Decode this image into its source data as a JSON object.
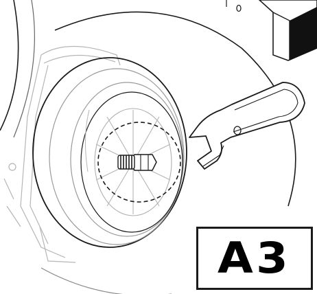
{
  "step": {
    "label": "A3"
  },
  "colors": {
    "line": "#1a1a1a",
    "faint": "#b5b5b5",
    "fill": "#000000",
    "background": "#ffffff"
  },
  "icons": [
    "wheel",
    "wrench",
    "nut-and-bolt",
    "zoom-circle",
    "housing-block"
  ]
}
